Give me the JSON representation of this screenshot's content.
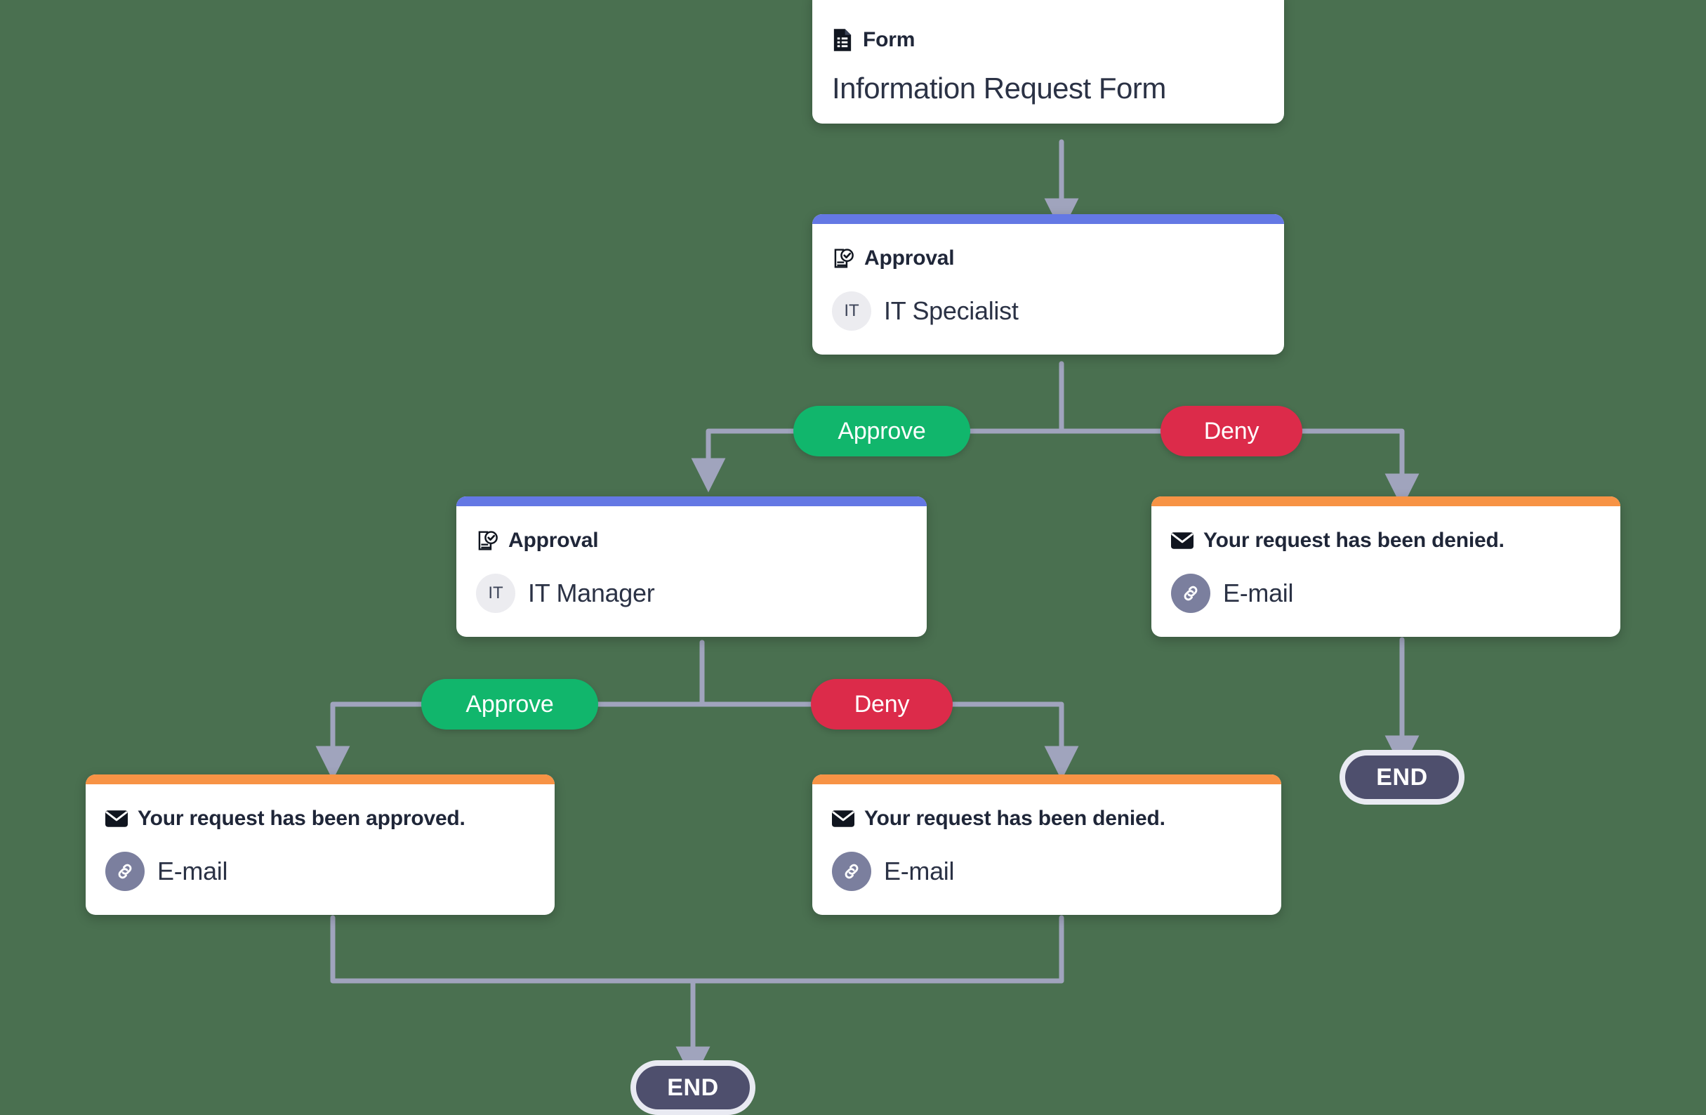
{
  "canvas": {
    "background_color": "#4a7050",
    "connector_color": "#a0a4bd"
  },
  "palette": {
    "form_accent": "#12b76a",
    "approval_accent": "#6478e4",
    "email_accent": "#f79345",
    "approve_pill": "#11b66c",
    "deny_pill": "#dc2b4a",
    "end_fill": "#4e4f6d",
    "end_ring": "#e9eaf2",
    "avatar_bg": "#ececf0",
    "link_avatar_bg": "#7b7f9e",
    "text_dark": "#2b3245"
  },
  "nodes": {
    "form": {
      "type_label": "Form",
      "icon": "document-icon",
      "title": "Information Request Form"
    },
    "approval_specialist": {
      "type_label": "Approval",
      "icon": "approval-check-icon",
      "avatar_initials": "IT",
      "assignee": "IT Specialist"
    },
    "approval_manager": {
      "type_label": "Approval",
      "icon": "approval-check-icon",
      "avatar_initials": "IT",
      "assignee": "IT Manager"
    },
    "email_denied_right": {
      "type_label": "Your request has been denied.",
      "icon": "envelope-icon",
      "avatar_icon": "link-icon",
      "channel": "E-mail"
    },
    "email_approved": {
      "type_label": "Your request has been approved.",
      "icon": "envelope-icon",
      "avatar_icon": "link-icon",
      "channel": "E-mail"
    },
    "email_denied_bottom": {
      "type_label": "Your request has been denied.",
      "icon": "envelope-icon",
      "avatar_icon": "link-icon",
      "channel": "E-mail"
    },
    "end_right": {
      "label": "END"
    },
    "end_bottom": {
      "label": "END"
    }
  },
  "branch_labels": {
    "specialist_approve": "Approve",
    "specialist_deny": "Deny",
    "manager_approve": "Approve",
    "manager_deny": "Deny"
  }
}
